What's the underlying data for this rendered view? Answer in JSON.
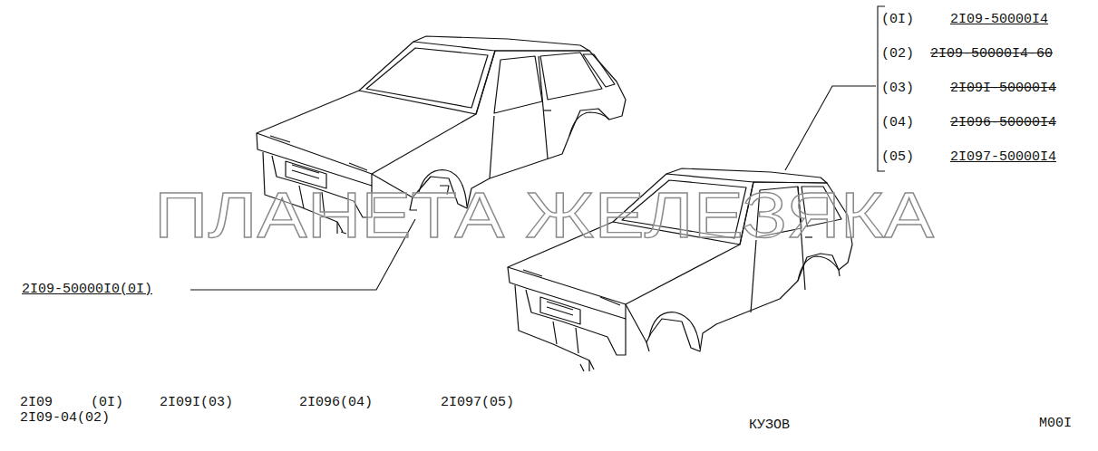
{
  "diagram": {
    "labels": [
      "(0I)",
      "2I09-50000I4",
      "(02)",
      "2I09-50000I4-60",
      "(03)",
      "2I09I-50000I4",
      "(04)",
      "2I096-50000I4",
      "(05)",
      "2I097-50000I4",
      "2I09-50000I0(0I)",
      "ПЛАНЕТА ЖЕЛЕЗЯКА",
      "2I09",
      "(0I)",
      "2I09I(03)",
      "2I096(04)",
      "2I097(05)",
      "2I09-04(02)",
      "КУЗОВ",
      "M00I"
    ]
  }
}
